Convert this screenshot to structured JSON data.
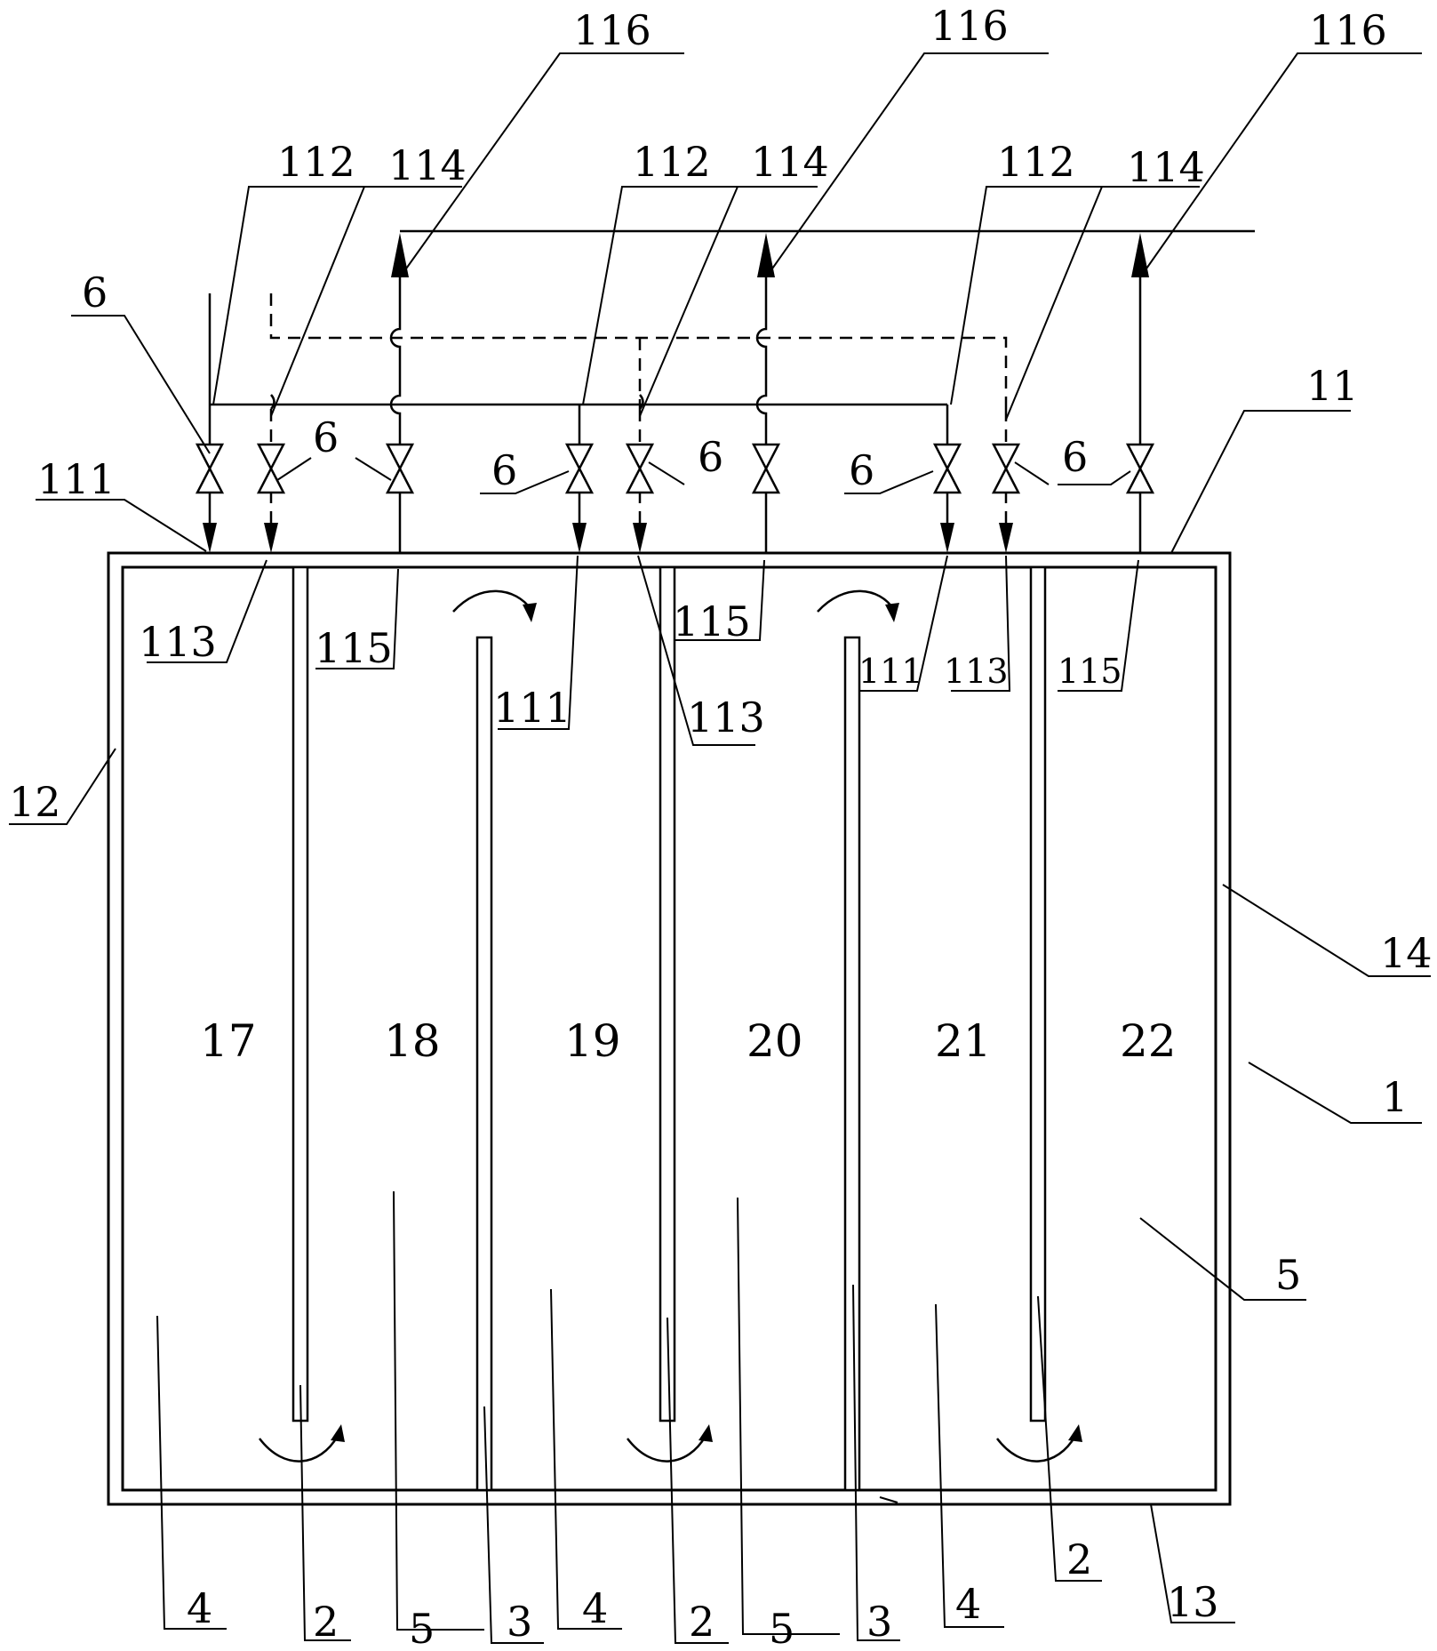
{
  "labels": {
    "n116": "116",
    "n112": "112",
    "n114": "114",
    "n111": "111",
    "n113": "113",
    "n115": "115",
    "n6": "6",
    "n11": "11",
    "n12": "12",
    "n14": "14",
    "n1": "1",
    "n5": "5",
    "n13": "13",
    "n4": "4",
    "n3": "3",
    "n2": "2"
  },
  "chambers": [
    "17",
    "18",
    "19",
    "20",
    "21",
    "22"
  ]
}
